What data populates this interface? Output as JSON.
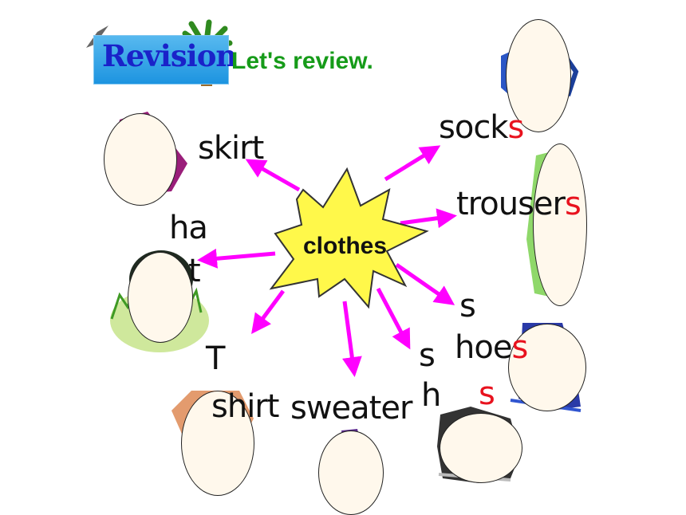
{
  "header": {
    "badge": "Revision",
    "subtitle": "Let's review."
  },
  "center": {
    "label": "clothes"
  },
  "colors": {
    "arrow": "#ff00ff",
    "plural": "#e8121e",
    "badge_bg": "#1d94e0",
    "subtitle": "#169b19",
    "star": "#fff84a"
  },
  "words": {
    "skirt": "skirt",
    "socks": "sock",
    "socks_s": "s",
    "trousers": "trouser",
    "trousers_s": "s",
    "hat_1": "ha",
    "hat_2": "t",
    "shoes_1": "s",
    "shoes_2": "hoe",
    "shoes_3": "s",
    "shorts_1": "s",
    "shorts_2": "h",
    "shorts_3": "s",
    "tshirt_1": "T",
    "tshirt_2": "shirt",
    "sweater": "sweater"
  }
}
